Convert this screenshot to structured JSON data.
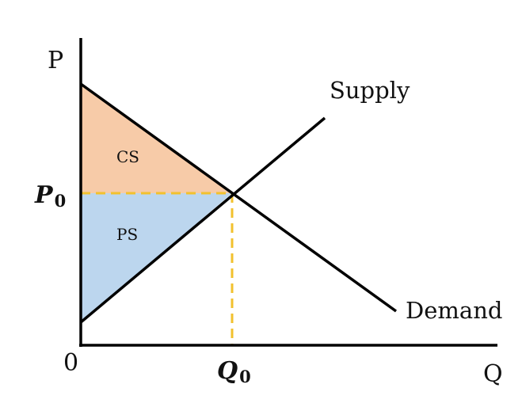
{
  "axes": {
    "y_label": "P",
    "x_label": "Q",
    "origin_label": "0"
  },
  "curves": {
    "supply_label": "Supply",
    "demand_label": "Demand"
  },
  "areas": {
    "consumer_surplus_label": "CS",
    "producer_surplus_label": "PS"
  },
  "equilibrium": {
    "price_label": "P",
    "price_sub": "0",
    "quantity_label": "Q",
    "quantity_sub": "0"
  },
  "colors": {
    "axis": "#000000",
    "curve": "#000000",
    "consumer_surplus_fill": "#f7cba8",
    "producer_surplus_fill": "#bcd6ee",
    "equilibrium_guide": "#f2c12e"
  }
}
